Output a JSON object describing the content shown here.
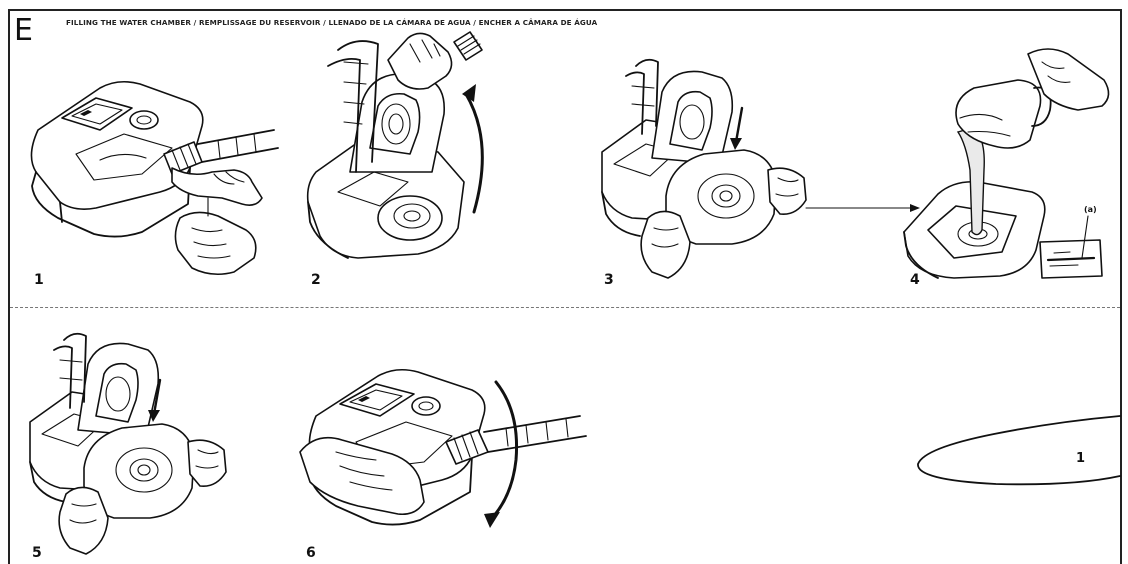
{
  "section": {
    "letter": "E",
    "title": "FILLING THE WATER CHAMBER / REMPLISSAGE DU RESERVOIR / LLENADO DE LA CÁMARA DE AGUA / ENCHER A CÂMARA DE ÁGUA"
  },
  "steps": [
    {
      "number": "1",
      "icon": "device-open-hose-connected"
    },
    {
      "number": "2",
      "icon": "lid-lift-open-arrow"
    },
    {
      "number": "3",
      "icon": "remove-water-chamber"
    },
    {
      "number": "4",
      "icon": "pour-water-into-chamber"
    },
    {
      "number": "5",
      "icon": "insert-water-chamber"
    },
    {
      "number": "6",
      "icon": "reconnect-hose-close-lid"
    }
  ],
  "step4_callout": {
    "letter": "(a)"
  },
  "oval_marker": {
    "number": "1"
  },
  "colors": {
    "line": "#111111",
    "background": "#ffffff",
    "frame": "#222222"
  }
}
